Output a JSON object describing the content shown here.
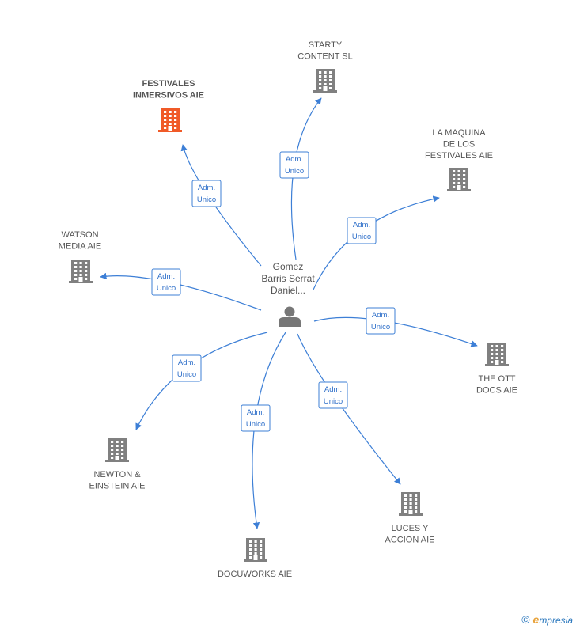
{
  "center": {
    "name_lines": [
      "Gomez",
      "Barris Serrat",
      "Daniel..."
    ],
    "icon": "person-icon"
  },
  "nodes": [
    {
      "id": "starty",
      "lines": [
        "STARTY",
        "CONTENT  SL"
      ],
      "highlight": false,
      "icon": "building-icon"
    },
    {
      "id": "festivales",
      "lines": [
        "FESTIVALES",
        "INMERSIVOS AIE"
      ],
      "highlight": true,
      "icon": "building-icon"
    },
    {
      "id": "maquina",
      "lines": [
        "LA MAQUINA",
        "DE LOS",
        "FESTIVALES AIE"
      ],
      "highlight": false,
      "icon": "building-icon"
    },
    {
      "id": "watson",
      "lines": [
        "WATSON",
        "MEDIA  AIE"
      ],
      "highlight": false,
      "icon": "building-icon"
    },
    {
      "id": "theott",
      "lines": [
        "THE OTT",
        "DOCS AIE"
      ],
      "highlight": false,
      "icon": "building-icon"
    },
    {
      "id": "newton",
      "lines": [
        "NEWTON &",
        "EINSTEIN AIE"
      ],
      "highlight": false,
      "icon": "building-icon"
    },
    {
      "id": "luces",
      "lines": [
        "LUCES Y",
        "ACCION AIE"
      ],
      "highlight": false,
      "icon": "building-icon"
    },
    {
      "id": "docuworks",
      "lines": [
        "DOCUWORKS AIE"
      ],
      "highlight": false,
      "icon": "building-icon"
    }
  ],
  "edges": [
    {
      "to": "starty",
      "label": [
        "Adm.",
        "Unico"
      ]
    },
    {
      "to": "festivales",
      "label": [
        "Adm.",
        "Unico"
      ]
    },
    {
      "to": "maquina",
      "label": [
        "Adm.",
        "Unico"
      ]
    },
    {
      "to": "watson",
      "label": [
        "Adm.",
        "Unico"
      ]
    },
    {
      "to": "theott",
      "label": [
        "Adm.",
        "Unico"
      ]
    },
    {
      "to": "newton",
      "label": [
        "Adm.",
        "Unico"
      ]
    },
    {
      "to": "luces",
      "label": [
        "Adm.",
        "Unico"
      ]
    },
    {
      "to": "docuworks",
      "label": [
        "Adm.",
        "Unico"
      ]
    }
  ],
  "colors": {
    "edge": "#3d7fd6",
    "building": "#808080",
    "building_highlight": "#f05a28",
    "person": "#777777"
  },
  "footer": {
    "copyright_symbol": "©",
    "brand_initial": "e",
    "brand_rest": "mpresia"
  }
}
